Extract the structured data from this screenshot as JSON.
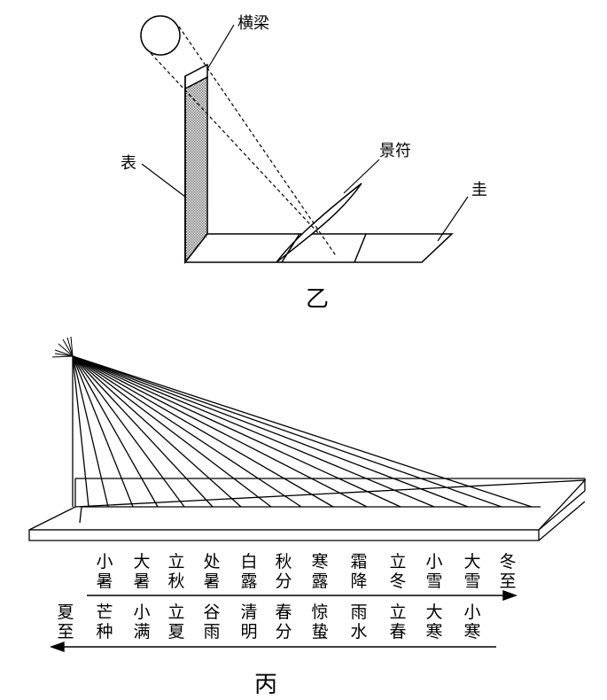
{
  "diagram_yi": {
    "caption": "乙",
    "labels": {
      "crossbeam": "横梁",
      "gnomon": "表",
      "shadow_definer": "景符",
      "scale": "圭"
    }
  },
  "diagram_bing": {
    "caption": "丙",
    "terms_row1_top": [
      "小",
      "大",
      "立",
      "处",
      "白",
      "秋",
      "寒",
      "霜",
      "立",
      "小",
      "大",
      "冬"
    ],
    "terms_row1_bottom": [
      "暑",
      "暑",
      "秋",
      "暑",
      "露",
      "分",
      "露",
      "降",
      "冬",
      "雪",
      "雪",
      "至"
    ],
    "terms_row2_top": [
      "夏",
      "芒",
      "小",
      "立",
      "谷",
      "清",
      "春",
      "惊",
      "雨",
      "立",
      "大",
      "小"
    ],
    "terms_row2_bottom": [
      "至",
      "种",
      "满",
      "夏",
      "雨",
      "明",
      "分",
      "蛰",
      "水",
      "春",
      "寒",
      "寒"
    ]
  }
}
